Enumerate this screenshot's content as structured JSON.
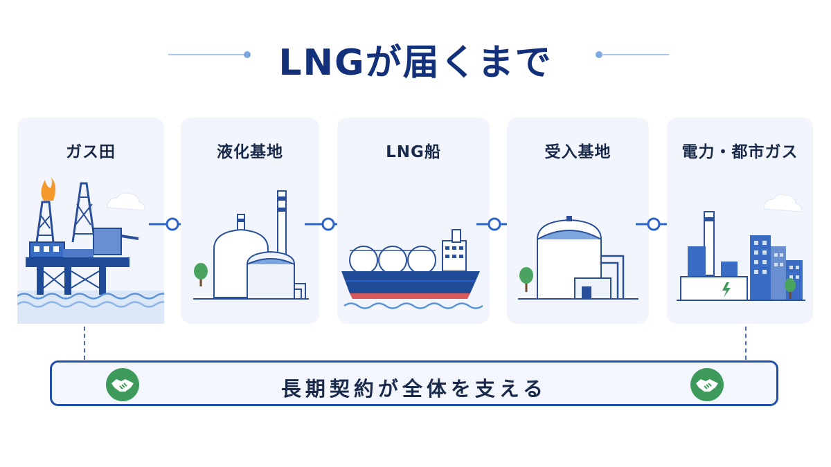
{
  "title": "LNGが届くまで",
  "stages": [
    {
      "label": "ガス田",
      "icon": "offshore-rig-icon"
    },
    {
      "label": "液化基地",
      "icon": "liquefaction-plant-icon"
    },
    {
      "label": "LNG船",
      "icon": "lng-carrier-ship-icon"
    },
    {
      "label": "受入基地",
      "icon": "receiving-terminal-icon"
    },
    {
      "label": "電力・都市ガス",
      "icon": "power-city-gas-icon"
    }
  ],
  "banner": {
    "text": "長期契約が全体を支える",
    "icon": "handshake-icon"
  },
  "colors": {
    "primary": "#13307a",
    "accent": "#2a62c9",
    "green": "#3e9a5a",
    "card": "#f2f6fc"
  }
}
